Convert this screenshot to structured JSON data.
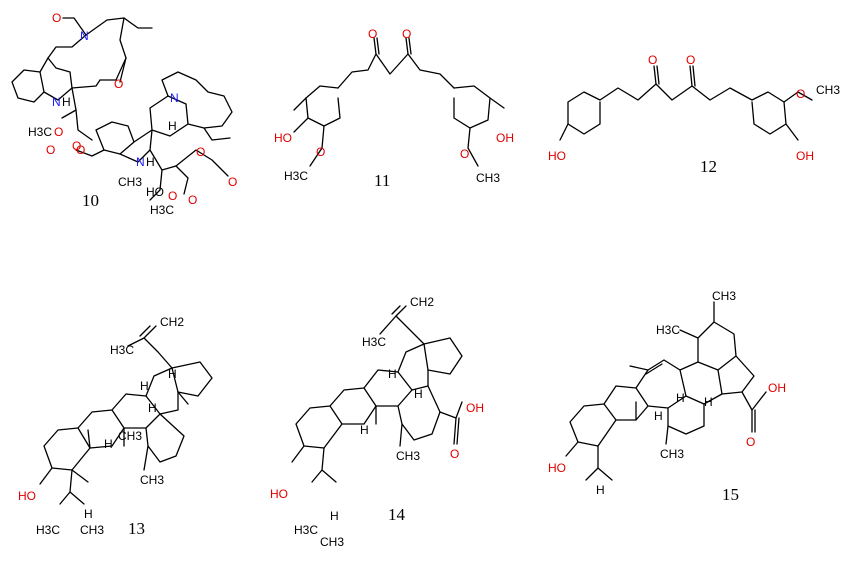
{
  "compounds": [
    {
      "id": "10",
      "atom_labels": [
        "O",
        "N",
        "O",
        "N",
        "H",
        "H3C",
        "O",
        "O",
        "O",
        "N",
        "H",
        "CH3",
        "HO",
        "O",
        "O",
        "H3C",
        "O",
        "O",
        "O",
        "N",
        "H"
      ]
    },
    {
      "id": "11",
      "atom_labels": [
        "O",
        "O",
        "HO",
        "O",
        "H3C",
        "OH",
        "O",
        "CH3"
      ]
    },
    {
      "id": "12",
      "atom_labels": [
        "O",
        "O",
        "HO",
        "O",
        "CH3",
        "OH"
      ]
    },
    {
      "id": "13",
      "atom_labels": [
        "CH2",
        "H3C",
        "H",
        "H",
        "H",
        "H",
        "HO",
        "H",
        "H3C",
        "CH3",
        "CH3",
        "CH3"
      ]
    },
    {
      "id": "14",
      "atom_labels": [
        "CH2",
        "H3C",
        "H",
        "H",
        "H",
        "OH",
        "O",
        "HO",
        "H",
        "H3C",
        "CH3",
        "CH3"
      ]
    },
    {
      "id": "15",
      "atom_labels": [
        "CH3",
        "H3C",
        "H",
        "OH",
        "O",
        "H",
        "HO",
        "H",
        "H",
        "CH3"
      ]
    }
  ],
  "colors": {
    "oxygen": "#e00000",
    "nitrogen": "#1a1aff",
    "carbon": "#000000"
  }
}
